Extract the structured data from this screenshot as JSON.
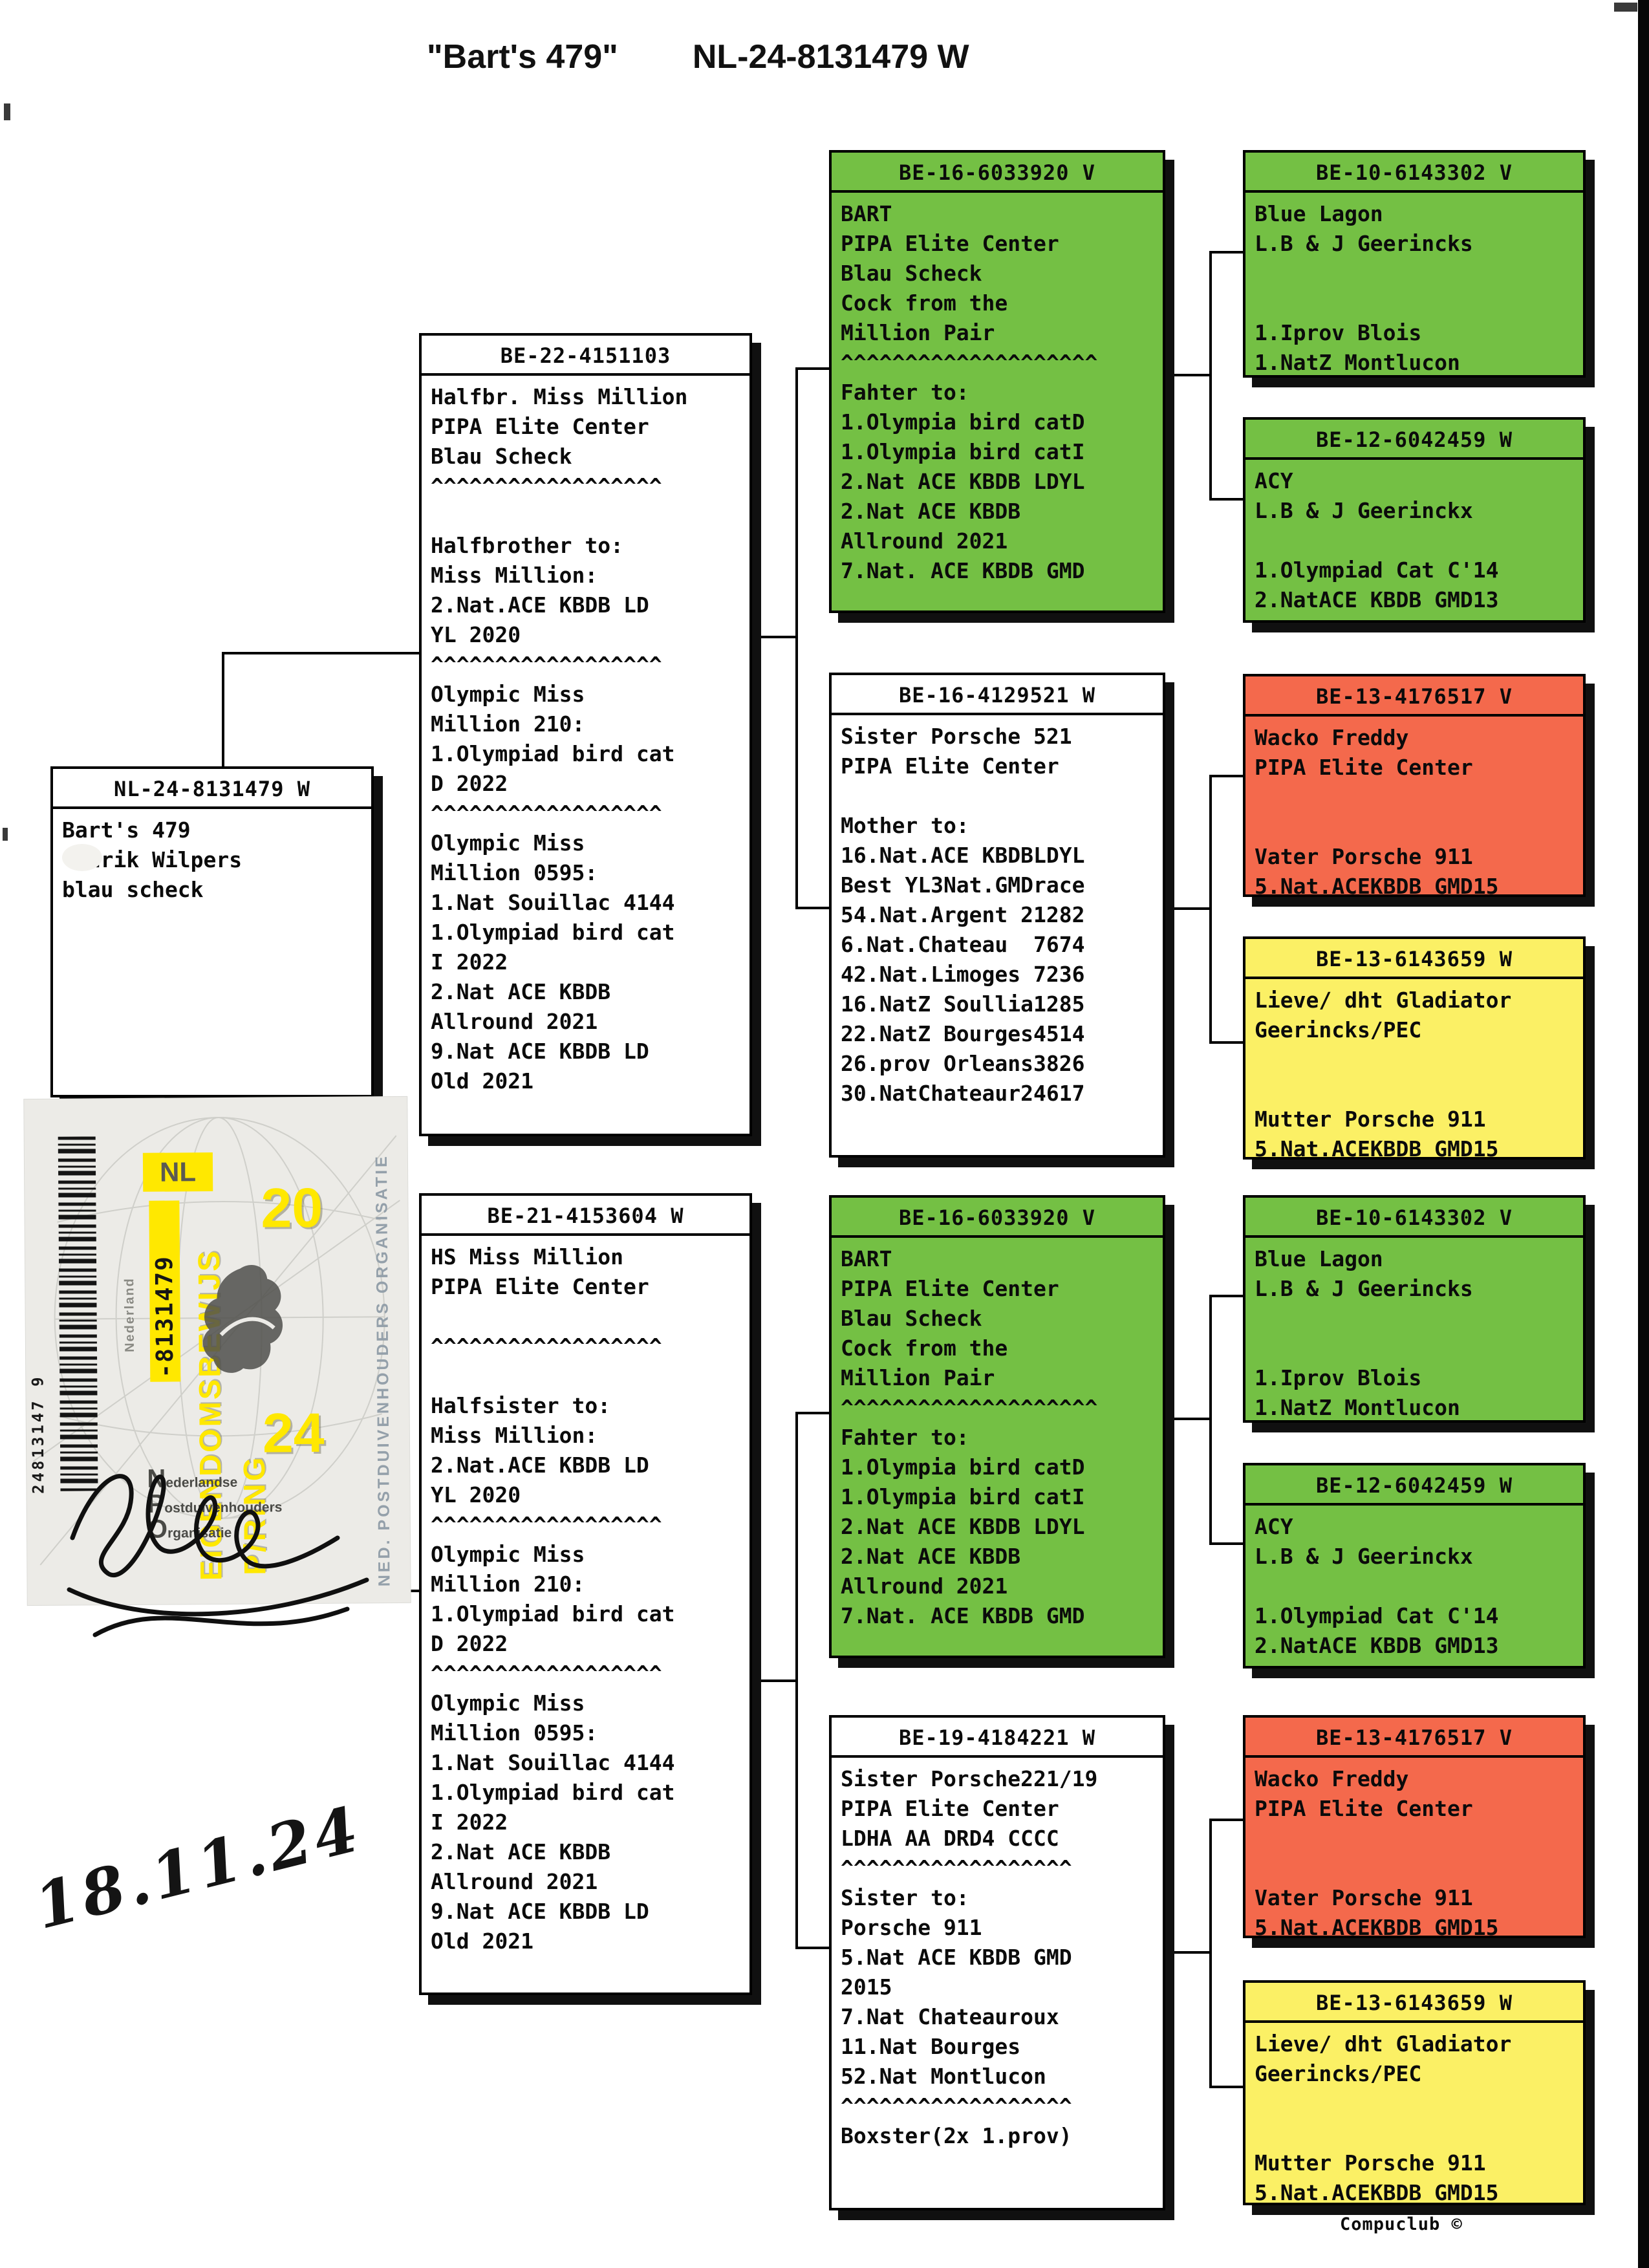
{
  "colors": {
    "green": "#74c044",
    "red": "#f4694c",
    "yellow": "#fbf065",
    "white": "#ffffff",
    "accent_yellow": "#ffe800"
  },
  "title": {
    "bird_name": "\"Bart's 479\"",
    "ring": "NL-24-8131479 W"
  },
  "boxes": {
    "subject": {
      "header": "NL-24-8131479 W",
      "lines": [
        "Bart's 479",
        "  drik Wilpers",
        "blau scheck"
      ]
    },
    "be22_4151103": {
      "header": "BE-22-4151103",
      "lines": [
        "Halfbr. Miss Million",
        "PIPA Elite Center",
        "Blau Scheck",
        "^^^^^^^^^^^^^^^^^^",
        "",
        "Halfbrother to:",
        "Miss Million:",
        "2.Nat.ACE KBDB LD",
        "YL 2020",
        "^^^^^^^^^^^^^^^^^^",
        "Olympic Miss",
        "Million 210:",
        "1.Olympiad bird cat",
        "D 2022",
        "^^^^^^^^^^^^^^^^^^",
        "Olympic Miss",
        "Million 0595:",
        "1.Nat Souillac 4144",
        "1.Olympiad bird cat",
        "I 2022",
        "2.Nat ACE KBDB",
        "Allround 2021",
        "9.Nat ACE KBDB LD",
        "Old 2021"
      ]
    },
    "be21_4153604": {
      "header": "BE-21-4153604 W",
      "lines": [
        "HS Miss Million",
        "PIPA Elite Center",
        "",
        "^^^^^^^^^^^^^^^^^^",
        "",
        "Halfsister to:",
        "Miss Million:",
        "2.Nat.ACE KBDB LD",
        "YL 2020",
        "^^^^^^^^^^^^^^^^^^",
        "Olympic Miss",
        "Million 210:",
        "1.Olympiad bird cat",
        "D 2022",
        "^^^^^^^^^^^^^^^^^^",
        "Olympic Miss",
        "Million 0595:",
        "1.Nat Souillac 4144",
        "1.Olympiad bird cat",
        "I 2022",
        "2.Nat ACE KBDB",
        "Allround 2021",
        "9.Nat ACE KBDB LD",
        "Old 2021"
      ]
    },
    "be16_6033920": {
      "header": "BE-16-6033920 V",
      "lines": [
        "BART",
        "PIPA Elite Center",
        "Blau Scheck",
        "Cock from the",
        "Million Pair",
        "^^^^^^^^^^^^^^^^^^^^",
        "Fahter to:",
        "1.Olympia bird catD",
        "1.Olympia bird catI",
        "2.Nat ACE KBDB LDYL",
        "2.Nat ACE KBDB",
        "Allround 2021",
        "7.Nat. ACE KBDB GMD"
      ]
    },
    "be16_4129521": {
      "header": "BE-16-4129521 W",
      "lines": [
        "Sister Porsche 521",
        "PIPA Elite Center",
        "",
        "Mother to:",
        "16.Nat.ACE KBDBLDYL",
        "Best YL3Nat.GMDrace",
        "54.Nat.Argent 21282",
        "6.Nat.Chateau  7674",
        "42.Nat.Limoges 7236",
        "16.NatZ Soullia1285",
        "22.NatZ Bourges4514",
        "26.prov Orleans3826",
        "30.NatChateaur24617"
      ]
    },
    "be19_4184221": {
      "header": "BE-19-4184221 W",
      "lines": [
        "Sister Porsche221/19",
        "PIPA Elite Center",
        "LDHA AA DRD4 CCCC",
        "^^^^^^^^^^^^^^^^^^",
        "Sister to:",
        "Porsche 911",
        "5.Nat ACE KBDB GMD",
        "2015",
        "7.Nat Chateauroux",
        "11.Nat Bourges",
        "52.Nat Montlucon",
        "^^^^^^^^^^^^^^^^^^",
        "Boxster(2x 1.prov)"
      ]
    },
    "be10_6143302": {
      "header": "BE-10-6143302 V",
      "lines": [
        "Blue Lagon",
        "L.B & J Geerincks",
        "",
        "",
        "1.Iprov Blois",
        "1.NatZ Montlucon"
      ]
    },
    "be12_6042459": {
      "header": "BE-12-6042459 W",
      "lines": [
        "ACY",
        "L.B & J Geerinckx",
        "",
        "1.Olympiad Cat C'14",
        "2.NatACE KBDB GMD13"
      ]
    },
    "be13_4176517": {
      "header": "BE-13-4176517 V",
      "lines": [
        "Wacko Freddy",
        "PIPA Elite Center",
        "",
        "",
        "Vater Porsche 911",
        "5.Nat.ACEKBDB GMD15"
      ]
    },
    "be13_6143659": {
      "header": "BE-13-6143659 W",
      "lines": [
        "Lieve/ dht Gladiator",
        "Geerincks/PEC",
        "",
        "",
        "Mutter Porsche 911",
        "5.Nat.ACEKBDB GMD15"
      ]
    }
  },
  "sticker": {
    "barcode_number": "24813147 9",
    "country_code": "NL",
    "country": "Nederland",
    "year_top": "20",
    "year_bottom": "24",
    "ring_number": "-8131479",
    "title_vertical": "EIGENDOMSBEWIJS",
    "ring_label": "P/RING",
    "org_vertical": "NED. POSTDUIVENHOUDERS ORGANISATIE",
    "org_lines": [
      "Nederlandse",
      "Postduivenhouders",
      "Organisatie"
    ]
  },
  "footer": {
    "credit": "Compuclub ©",
    "handwritten_date": "18.11.24"
  }
}
